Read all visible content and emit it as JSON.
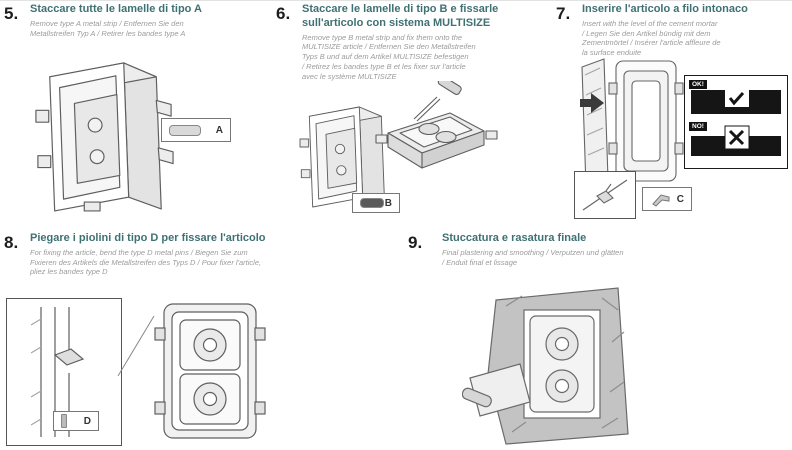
{
  "page": {
    "background": "#ffffff",
    "title_color": "#3f7173",
    "subtitle_color": "#9b9b9b"
  },
  "steps": [
    {
      "number": "5.",
      "title": "Staccare tutte le lamelle di tipo A",
      "subtitle": "Remove type A metal strip / Entfernen Sie den\nMetallstreifen Typ A / Retirer les bandes type A",
      "part_label": "A"
    },
    {
      "number": "6.",
      "title": "Staccare le lamelle di tipo B e fissarle\nsull'articolo con sistema MULTISIZE",
      "subtitle": "Remove type B metal strip and fix them onto the\nMULTISIZE article / Entfernen Sie den Metallstreifen\nTyps B und auf dem Artikel MULTISIZE befestigen\n/ Retirez les bandes type B et les fixer sur l'article\navec le système MULTISIZE",
      "part_label": "B"
    },
    {
      "number": "7.",
      "title": "Inserire l'articolo a filo intonaco",
      "subtitle": "Insert with the level of the cement mortar\n/ Legen Sie den Artikel bündig mit dem\nZementmörtel / Insérer l'article affleure de\nla surface enduite",
      "part_label": "C",
      "ok_label": "OK!",
      "no_label": "NO!"
    },
    {
      "number": "8.",
      "title": "Piegare i piolini di tipo D per fissare l'articolo",
      "subtitle": "For fixing the article, bend the type D metal pins / Biegen Sie zum\nFixieren des Artikels die Metallstreifen des Typs D / Pour fixer l'article,\npliez les bandes type D",
      "part_label": "D"
    },
    {
      "number": "9.",
      "title": "Stuccatura e rasatura finale",
      "subtitle": "Final plastering and smoothing / Verputzen und glätten\n/ Enduit final et lissage"
    }
  ]
}
